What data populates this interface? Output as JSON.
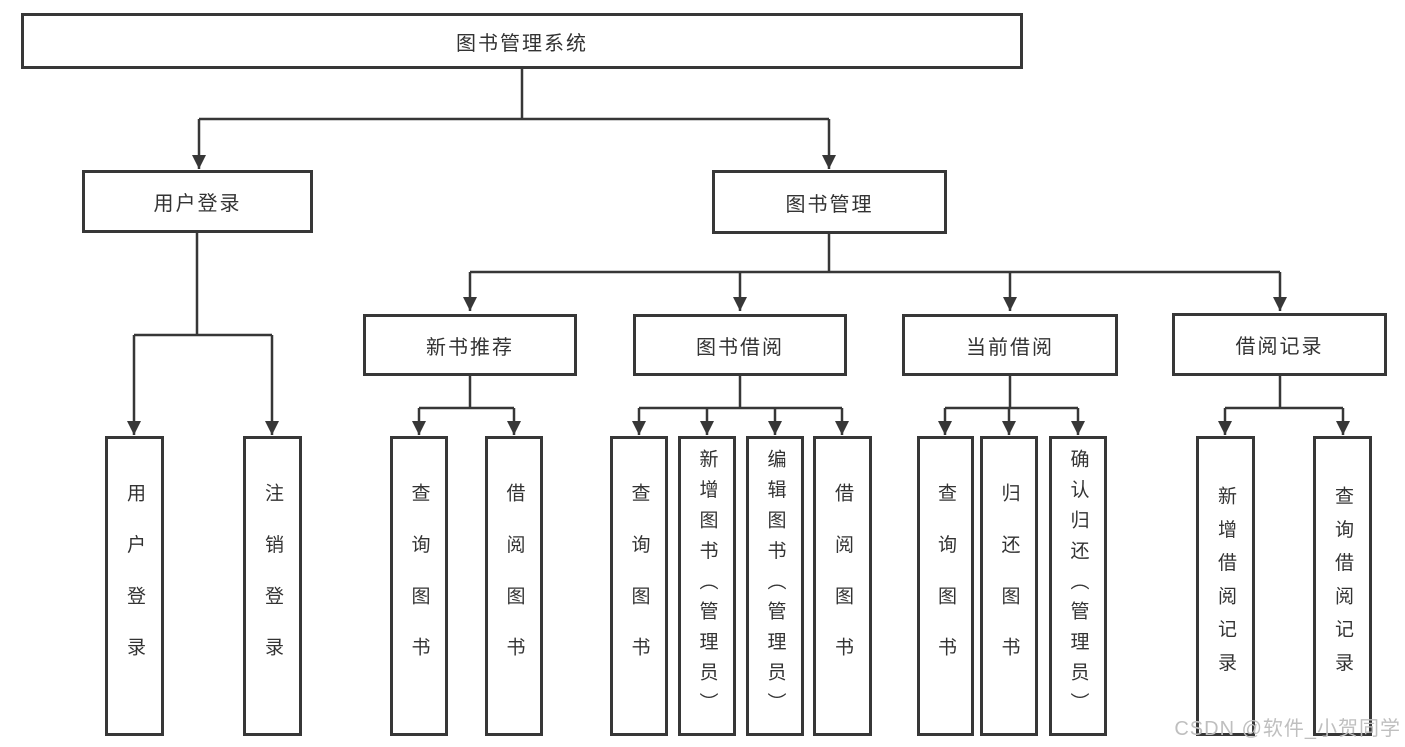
{
  "title": "图书管理系统",
  "level2": {
    "user_login": "用户登录",
    "book_mgmt": "图书管理"
  },
  "level3": {
    "new_books": "新书推荐",
    "borrow": "图书借阅",
    "current": "当前借阅",
    "records": "借阅记录"
  },
  "leaves": {
    "user_login": [
      "用户登录",
      "注销登录"
    ],
    "new_books": [
      "查询图书",
      "借阅图书"
    ],
    "borrow": [
      "查询图书",
      "新增图书（管理员）",
      "编辑图书（管理员）",
      "借阅图书"
    ],
    "current": [
      "查询图书",
      "归还图书",
      "确认归还（管理员）"
    ],
    "records": [
      "新增借阅记录",
      "查询借阅记录"
    ]
  },
  "watermark": "CSDN @软件_小贺同学",
  "colors": {
    "line": "#373737",
    "text": "#333333",
    "watermark": "#bfbfbf"
  }
}
